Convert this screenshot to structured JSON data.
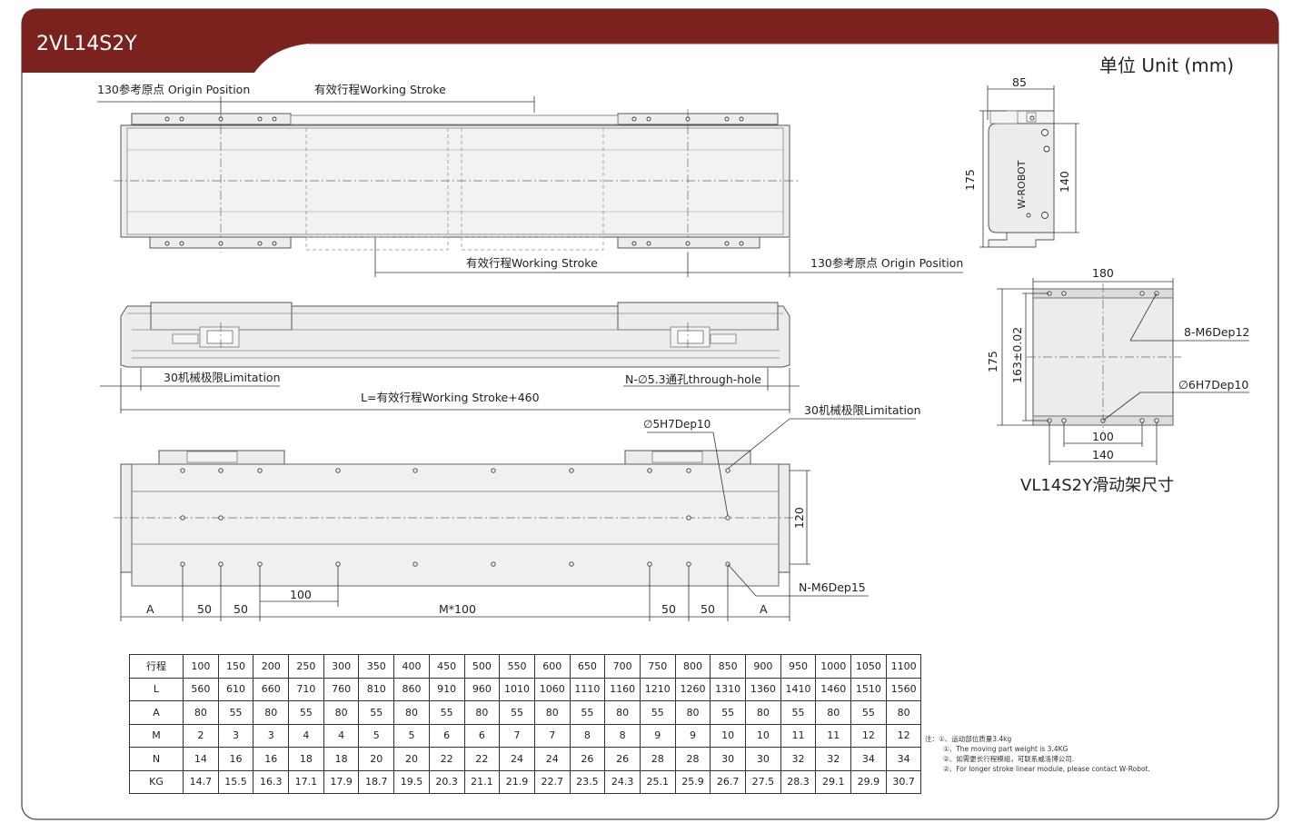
{
  "header": {
    "model": "2VL14S2Y",
    "unit": "单位 Unit (mm)",
    "color_brand": "#7b221e"
  },
  "top_view": {
    "origin_left": "130参考原点 Origin Position",
    "stroke_top": "有效行程Working Stroke",
    "stroke_bottom": "有效行程Working Stroke",
    "origin_right": "130参考原点 Origin Position"
  },
  "side_view": {
    "limit_left": "30机械极限Limitation",
    "through_hole": "N-∅5.3通孔through-hole",
    "length_formula": "L=有效行程Working Stroke+460",
    "limit_right": "30机械极限Limitation"
  },
  "bottom_view": {
    "pin_hole": "∅5H7Dep10",
    "dim_120": "120",
    "tap_hole": "N-M6Dep15",
    "dims": {
      "a_left": "A",
      "d50_1": "50",
      "d50_2": "50",
      "d100": "100",
      "m100": "M*100",
      "d50_3": "50",
      "d50_4": "50",
      "a_right": "A"
    }
  },
  "end_view": {
    "width": "85",
    "height_total": "175",
    "height_inner": "140",
    "brand_mark": "W-ROBOT"
  },
  "carriage_view": {
    "width": "180",
    "height_total": "175",
    "height_tol": "163±0.02",
    "tap": "8-M6Dep12",
    "pin": "∅6H7Dep10",
    "d100": "100",
    "d140": "140",
    "caption": "VL14S2Y滑动架尺寸"
  },
  "spec_table": {
    "rows": [
      {
        "label": "行程",
        "values": [
          "100",
          "150",
          "200",
          "250",
          "300",
          "350",
          "400",
          "450",
          "500",
          "550",
          "600",
          "650",
          "700",
          "750",
          "800",
          "850",
          "900",
          "950",
          "1000",
          "1050",
          "1100"
        ]
      },
      {
        "label": "L",
        "values": [
          "560",
          "610",
          "660",
          "710",
          "760",
          "810",
          "860",
          "910",
          "960",
          "1010",
          "1060",
          "1110",
          "1160",
          "1210",
          "1260",
          "1310",
          "1360",
          "1410",
          "1460",
          "1510",
          "1560"
        ]
      },
      {
        "label": "A",
        "values": [
          "80",
          "55",
          "80",
          "55",
          "80",
          "55",
          "80",
          "55",
          "80",
          "55",
          "80",
          "55",
          "80",
          "55",
          "80",
          "55",
          "80",
          "55",
          "80",
          "55",
          "80"
        ]
      },
      {
        "label": "M",
        "values": [
          "2",
          "3",
          "3",
          "4",
          "4",
          "5",
          "5",
          "6",
          "6",
          "7",
          "7",
          "8",
          "8",
          "9",
          "9",
          "10",
          "10",
          "11",
          "11",
          "12",
          "12"
        ]
      },
      {
        "label": "N",
        "values": [
          "14",
          "16",
          "16",
          "18",
          "18",
          "20",
          "20",
          "22",
          "22",
          "24",
          "24",
          "26",
          "26",
          "28",
          "28",
          "30",
          "30",
          "32",
          "32",
          "34",
          "34"
        ]
      },
      {
        "label": "KG",
        "values": [
          "14.7",
          "15.5",
          "16.3",
          "17.1",
          "17.9",
          "18.7",
          "19.5",
          "20.3",
          "21.1",
          "21.9",
          "22.7",
          "23.5",
          "24.3",
          "25.1",
          "25.9",
          "26.7",
          "27.5",
          "28.3",
          "29.1",
          "29.9",
          "30.7"
        ]
      }
    ]
  },
  "notes": {
    "prefix": "注：",
    "line1": "①、运动部位质量3.4kg",
    "line2": "①、The moving part weight is 3.4KG",
    "line3": "②、如需更长行程模组，可联系威洛博公司.",
    "line4": "②、For longer stroke linear module, please contact W-Robot."
  }
}
